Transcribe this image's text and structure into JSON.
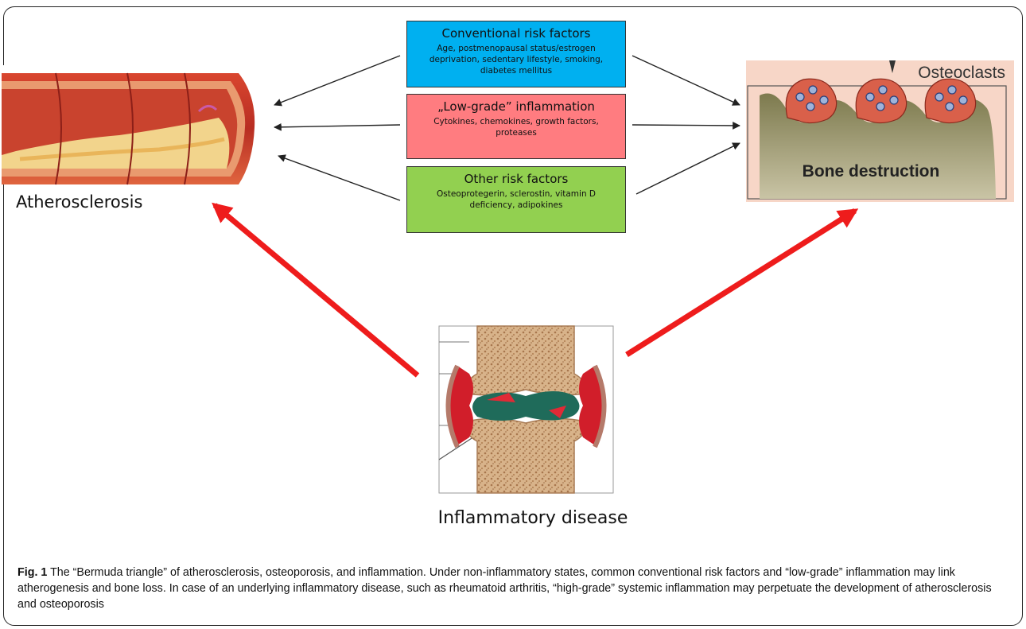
{
  "boxes": {
    "conventional": {
      "title": "Conventional risk factors",
      "body": "Age, postmenopausal status/estrogen deprivation, sedentary lifestyle, smoking, diabetes mellitus",
      "color": "#00b0f0"
    },
    "low_grade": {
      "title": "„Low-grade” inflammation",
      "body": "Cytokines, chemokines, growth factors, proteases",
      "color": "#ff7c80"
    },
    "other": {
      "title": "Other risk factors",
      "body": "Osteoprotegerin, sclerostin, vitamin D deficiency, adipokines",
      "color": "#92d050"
    }
  },
  "labels": {
    "atherosclerosis": "Atherosclerosis",
    "inflammatory_disease": "Inflammatory disease",
    "osteoclasts": "Osteoclasts",
    "bone_destruction": "Bone destruction"
  },
  "caption": {
    "figure_label": "Fig. 1",
    "text": "The “Bermuda triangle” of atherosclerosis, osteoporosis, and inflammation. Under non-inflammatory states, common conventional risk factors and “low-grade” inflammation may link atherogenesis and bone loss. In case of an underlying inflammatory disease, such as rheumatoid arthritis, “high-grade” systemic inflammation may perpetuate the development of atherosclerosis and osteoporosis"
  },
  "colors": {
    "red_arrow": "#ee1c1c",
    "black_arrow": "#222222"
  }
}
